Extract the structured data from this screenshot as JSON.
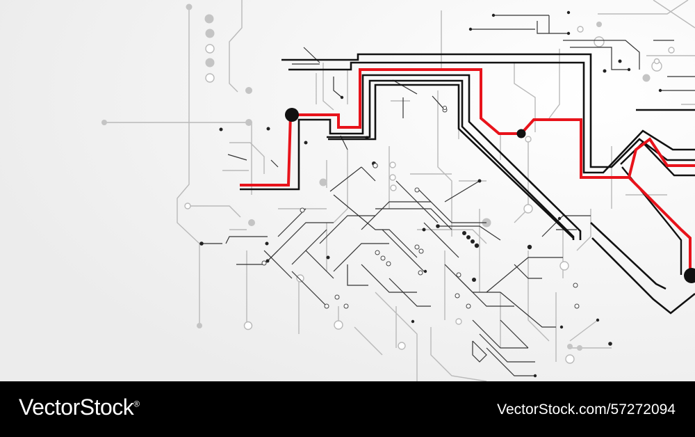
{
  "image": {
    "subject": "circuit-board",
    "palette": {
      "background_light": "#f6f6f6",
      "trace_gray": "#b5b5b5",
      "trace_dark": "#333333",
      "trace_black": "#111111",
      "trace_red": "#e8131b",
      "footer": "#000000",
      "footer_text": "#ffffff"
    }
  },
  "footer": {
    "brand": "VectorStock",
    "brand_mark": "®",
    "url": "VectorStock.com/57272094"
  }
}
